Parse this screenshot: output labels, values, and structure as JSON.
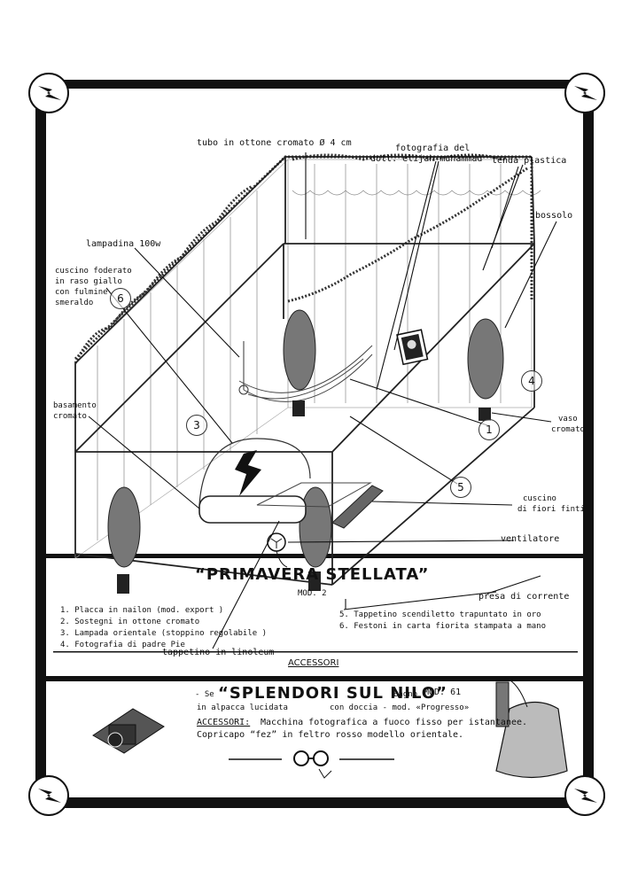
{
  "labels": {
    "tube": "tubo in ottone cromato Ø 4 cm",
    "photo_line1": "fotografia del",
    "photo_line2": "dott. elijah muhammad",
    "tenda": "tenda plastica",
    "bossolo": "bossolo",
    "lampadina": "lampadina 100w",
    "cuscino_line1": "cuscino foderato",
    "cuscino_line2": "in raso giallo",
    "cuscino_line3": "con fulmine",
    "cuscino_line4": "smeraldo",
    "basamento_line1": "basamento",
    "basamento_line2": "cromato",
    "vaso_line1": "vaso",
    "vaso_line2": "cromato",
    "cuscino_fiori_line1": "cuscino",
    "cuscino_fiori_line2": "di fiori finti",
    "ventilatore": "ventilatore",
    "presa": "presa di corrente",
    "tappetino": "tappetino in linoleum"
  },
  "callouts": [
    "6",
    "3",
    "5",
    "4",
    "1"
  ],
  "title": "“PRIMAVERA STELLATA”",
  "model": "MOD. 2",
  "legend_left": [
    "1. Placca in nailon (mod. export )",
    "2. Sostegni in ottone cromato",
    "3. Lampada orientale (stoppino regolabile )",
    "4. Fotografia di padre Pie"
  ],
  "legend_right": [
    "5. Tappetino scendiletto trapuntato in oro",
    "6. Festoni in carta fiorita stampata a mano"
  ],
  "accessori_heading": "ACCESSORI",
  "second_title": "“SPLENDORI SUL NILO”",
  "second_left_prefix": "- Se",
  "second_left_sub": "in alpacca lucidata",
  "second_right_prefix": "Bagno",
  "second_model": "MOD. 61",
  "second_right_sub": "con doccia - mod. «Progresso»",
  "accessori2_label": "ACCESSORI:",
  "accessori2_line1": "Macchina fotografica a fuoco fisso per istantanee.",
  "accessori2_line2": "Copricapo “fez” in feltro rosso modello orientale."
}
